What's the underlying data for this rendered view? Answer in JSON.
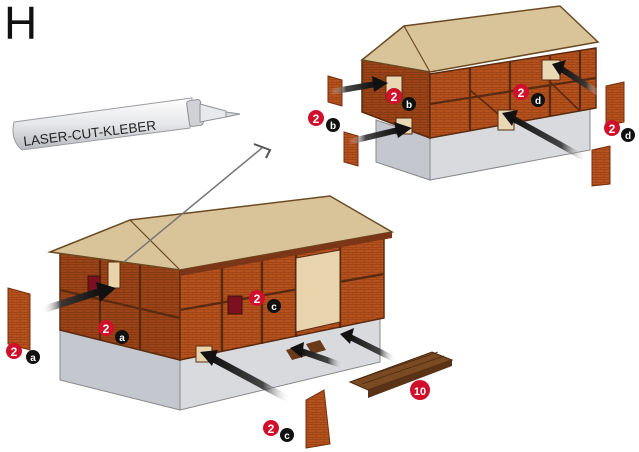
{
  "step_letter": "H",
  "glue_label": "LASER-CUT-KLEBER",
  "callouts": {
    "a_left": {
      "num": "2",
      "sub": "a"
    },
    "a_wall": {
      "num": "2",
      "sub": "a"
    },
    "b_left": {
      "num": "2",
      "sub": "b"
    },
    "b_wall": {
      "num": "2",
      "sub": "b"
    },
    "c_wall": {
      "num": "2",
      "sub": "c"
    },
    "c_bottom": {
      "num": "2",
      "sub": "c"
    },
    "d_wall": {
      "num": "2",
      "sub": "d"
    },
    "d_right": {
      "num": "2",
      "sub": "d"
    },
    "planks": {
      "num": "10"
    }
  },
  "colors": {
    "callout_red": "#d0102a",
    "callout_black": "#111111",
    "brick": "#b6521e",
    "brick_dark": "#8e3a12",
    "timber": "#5a2a10",
    "roof": "#d9c49a",
    "plinth": "#cdd0d6"
  }
}
